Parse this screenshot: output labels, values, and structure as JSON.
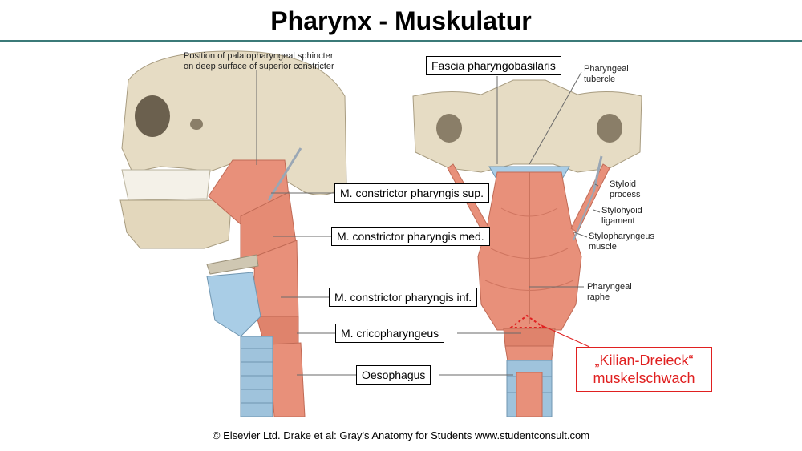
{
  "title": "Pharynx - Muskulatur",
  "labels": {
    "fascia": "Fascia pharyngobasilaris",
    "constrictor_sup": "M. constrictor pharyngis sup.",
    "constrictor_med": "M. constrictor pharyngis med.",
    "constrictor_inf": "M. constrictor pharyngis inf.",
    "cricopharyngeus": "M. cricopharyngeus",
    "oesophagus": "Oesophagus"
  },
  "annotations": {
    "palatopharyngeal_line1": "Position of palatopharyngeal sphincter",
    "palatopharyngeal_line2": "on deep surface of superior constricter",
    "pharyngeal_tubercle_1": "Pharyngeal",
    "pharyngeal_tubercle_2": "tubercle",
    "styloid_1": "Styloid",
    "styloid_2": "process",
    "stylohyoid_1": "Stylohyoid",
    "stylohyoid_2": "ligament",
    "stylopharyngeus_1": "Stylopharyngeus",
    "stylopharyngeus_2": "muscle",
    "raphe_1": "Pharyngeal",
    "raphe_2": "raphe"
  },
  "kilian": {
    "line1": "„Kilian-Dreieck“",
    "line2": "muskelschwach"
  },
  "copyright": "© Elsevier Ltd. Drake et al: Gray's Anatomy for Students www.studentconsult.com",
  "colors": {
    "muscle": "#e8907a",
    "bone": "#e6dcc4",
    "cartilage": "#a9cde6",
    "accent_rule": "#3b7a78",
    "kilian_red": "#e02020"
  }
}
